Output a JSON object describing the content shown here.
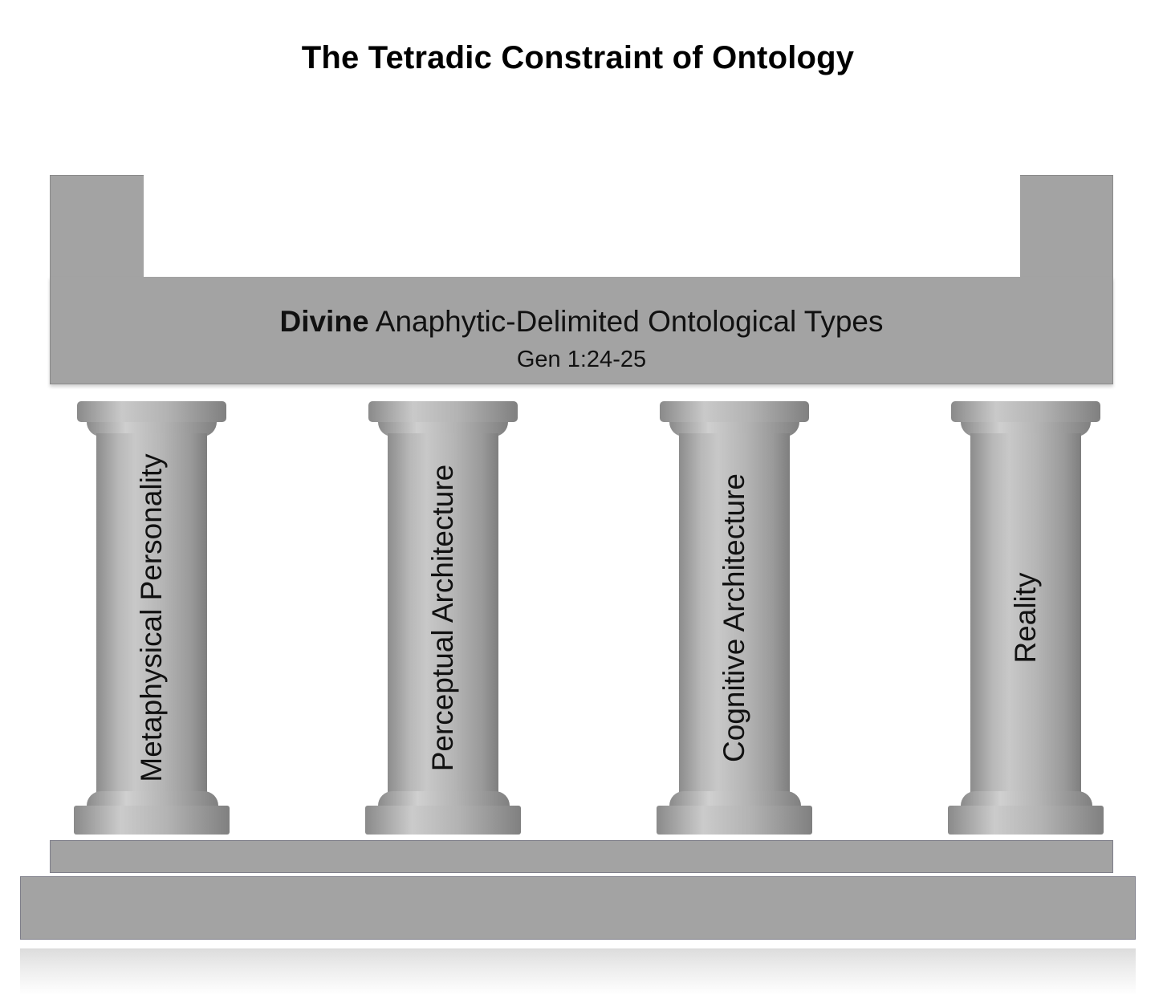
{
  "title": "The Tetradic Constraint of Ontology",
  "beam": {
    "bold": "Divine",
    "text": " Anaphytic-Delimited Ontological Types",
    "reference": "Gen 1:24-25"
  },
  "columns": [
    {
      "label": "Metaphysical Personality"
    },
    {
      "label": "Perceptual Architecture"
    },
    {
      "label": "Cognitive Architecture"
    },
    {
      "label": "Reality"
    }
  ],
  "colors": {
    "structure": "#a3a3a3",
    "background": "#ffffff",
    "text": "#111111"
  }
}
